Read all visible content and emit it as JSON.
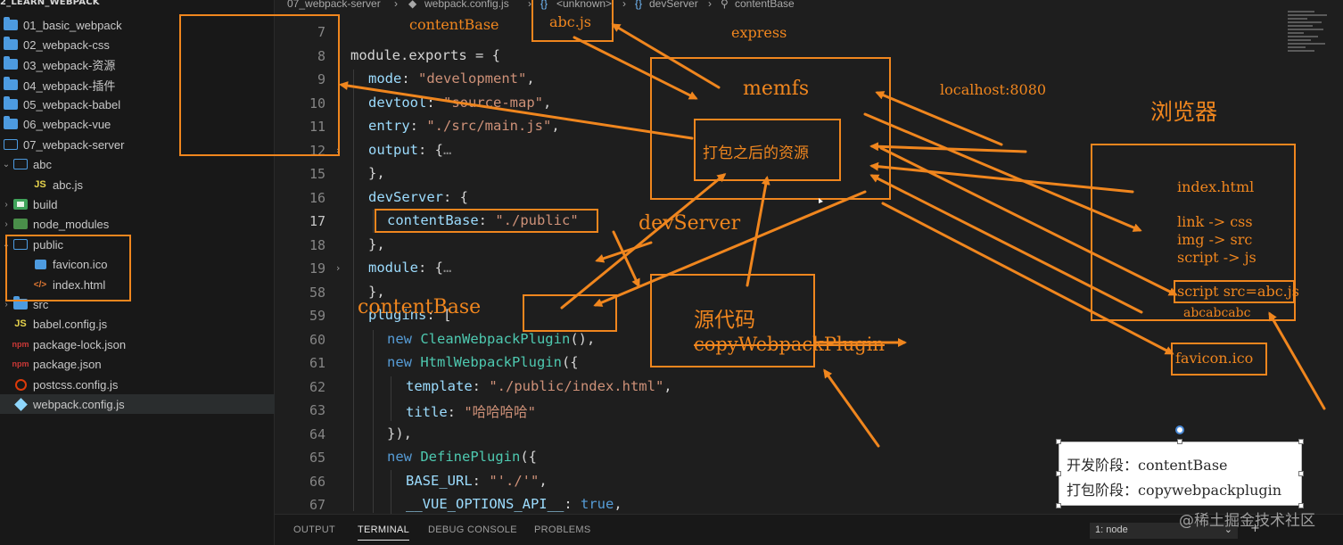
{
  "explorer": {
    "title": "2_LEARN_WEBPACK",
    "items": [
      {
        "label": "01_basic_webpack",
        "icon": "folder-icon"
      },
      {
        "label": "02_webpack-css",
        "icon": "folder-icon"
      },
      {
        "label": "03_webpack-资源",
        "icon": "folder-icon"
      },
      {
        "label": "04_webpack-插件",
        "icon": "folder-icon"
      },
      {
        "label": "05_webpack-babel",
        "icon": "folder-icon"
      },
      {
        "label": "06_webpack-vue",
        "icon": "folder-icon"
      },
      {
        "label": "07_webpack-server",
        "icon": "folder-open-icon"
      },
      {
        "label": "abc",
        "icon": "folder-open-icon"
      },
      {
        "label": "abc.js",
        "icon": "js-file-icon"
      },
      {
        "label": "build",
        "icon": "build-folder-icon"
      },
      {
        "label": "node_modules",
        "icon": "node-modules-folder-icon"
      },
      {
        "label": "public",
        "icon": "folder-open-icon"
      },
      {
        "label": "favicon.ico",
        "icon": "image-file-icon"
      },
      {
        "label": "index.html",
        "icon": "html-file-icon"
      },
      {
        "label": "src",
        "icon": "folder-icon"
      },
      {
        "label": "babel.config.js",
        "icon": "js-file-icon"
      },
      {
        "label": "package-lock.json",
        "icon": "npm-file-icon"
      },
      {
        "label": "package.json",
        "icon": "npm-file-icon"
      },
      {
        "label": "postcss.config.js",
        "icon": "postcss-file-icon"
      },
      {
        "label": "webpack.config.js",
        "icon": "webpack-file-icon"
      }
    ]
  },
  "breadcrumb": [
    "07_webpack-server",
    "webpack.config.js",
    "<unknown>",
    "devServer",
    "contentBase"
  ],
  "code": {
    "line_numbers": [
      "7",
      "8",
      "9",
      "10",
      "11",
      "12",
      "15",
      "16",
      "17",
      "18",
      "19",
      "58",
      "59",
      "60",
      "61",
      "62",
      "63",
      "64",
      "65",
      "66",
      "67"
    ],
    "active_line": "17",
    "lines": {
      "l8": [
        "module",
        ".",
        "exports",
        " = {"
      ],
      "l9": [
        "mode",
        ": ",
        "\"development\"",
        ","
      ],
      "l10": [
        "devtool",
        ": ",
        "\"source-map\"",
        ","
      ],
      "l11": [
        "entry",
        ": ",
        "\"./src/main.js\"",
        ","
      ],
      "l12": [
        "output",
        ": {",
        "…"
      ],
      "l15": "},",
      "l16": [
        "devServer",
        ": {"
      ],
      "l17": [
        "contentBase",
        ": ",
        "\"./public\""
      ],
      "l18": "},",
      "l19": [
        "module",
        ": {",
        "…"
      ],
      "l58": "},",
      "l59": [
        "plugins",
        ": ["
      ],
      "l60": [
        "new ",
        "CleanWebpackPlugin",
        "(),"
      ],
      "l61": [
        "new ",
        "HtmlWebpackPlugin",
        "({"
      ],
      "l62": [
        "template",
        ": ",
        "\"./public/index.html\"",
        ","
      ],
      "l63": [
        "title",
        ": ",
        "\"哈哈哈哈\""
      ],
      "l64": "}),",
      "l65": [
        "new ",
        "DefinePlugin",
        "({"
      ],
      "l66": [
        "BASE_URL",
        ": ",
        "\"'./'\"",
        ","
      ],
      "l67": [
        "__VUE_OPTIONS_API__",
        ": ",
        "true",
        ","
      ]
    }
  },
  "panel": {
    "tabs": [
      "OUTPUT",
      "TERMINAL",
      "DEBUG CONSOLE",
      "PROBLEMS"
    ],
    "active_tab": "TERMINAL",
    "terminal_select": "1: node"
  },
  "annotations": {
    "contentBase_top": "contentBase",
    "abc_js": "abc.js",
    "express": "express",
    "memfs": "memfs",
    "bundled_assets": "打包之后的资源",
    "localhost": "localhost:8080",
    "browser": "浏览器",
    "index_html": "index.html",
    "link_css": "link -> css",
    "img_src": "img -> src",
    "script_js": "script -> js",
    "script_src": "script src=abc.js",
    "abc_repeat": "abcabcabc",
    "favicon": "favicon.ico",
    "devServer": "devServer",
    "contentBase_mid": "contentBase",
    "source_code": "源代码",
    "copy_plugin": "copyWebpackPlugin",
    "note_dev": "开发阶段：contentBase",
    "note_build": "打包阶段：copywebpackplugin"
  },
  "watermark": "@稀土掘金技术社区",
  "colors": {
    "annotation_orange": "#f0861e",
    "editor_bg": "#1e1e1e",
    "sidebar_bg": "#181818"
  }
}
